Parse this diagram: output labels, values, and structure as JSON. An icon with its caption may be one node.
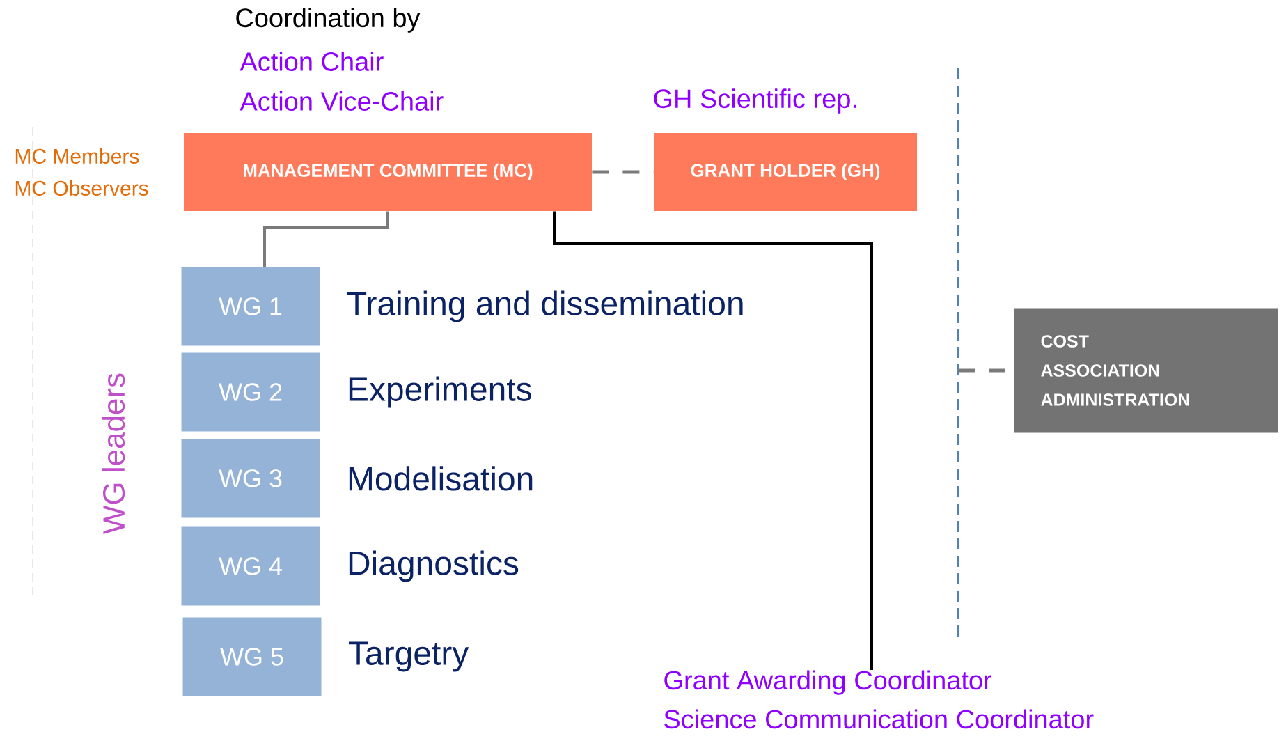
{
  "diagram": {
    "nodes": [
      {
        "text": [
          "MANAGEMENT COMMITTEE (MC)"
        ],
        "beside": [
          "Coordination by",
          "Action Chair",
          "Action Vice-Chair",
          "MC Members",
          "MC Observers"
        ]
      },
      {
        "text": [
          "GRANT HOLDER (GH)"
        ],
        "beside": [
          "GH Scientific rep."
        ]
      },
      {
        "text": [
          "COST ASSOCIATION ADMINISTRATION"
        ]
      },
      {
        "text": [
          "WG 1"
        ],
        "beside": [
          "Training and dissemination"
        ]
      },
      {
        "text": [
          "WG 2"
        ],
        "beside": [
          "Experiments"
        ]
      },
      {
        "text": [
          "WG 3"
        ],
        "beside": [
          "Modelisation"
        ]
      },
      {
        "text": [
          "WG 4"
        ],
        "beside": [
          "Diagnostics"
        ]
      },
      {
        "text": [
          "WG 5"
        ],
        "beside": [
          "Targetry"
        ]
      },
      {
        "text": [
          "Grant Awarding Coordinator",
          "Science Communication Coordinator"
        ]
      }
    ],
    "edges": [
      {
        "from": 0,
        "to": 1,
        "arrow": "none",
        "style": "dashed"
      },
      {
        "from": 0,
        "to": 3,
        "arrow": "none"
      },
      {
        "from": 0,
        "to": 8,
        "arrow": "none",
        "color": "#000000"
      },
      {
        "from": null,
        "to": 2,
        "arrow": "none",
        "style": "dashed"
      }
    ],
    "labels": [
      "WG leaders"
    ]
  }
}
